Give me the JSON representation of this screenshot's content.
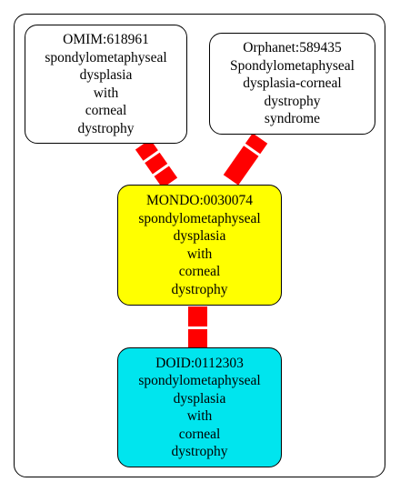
{
  "nodes": {
    "omim": {
      "lines": [
        "OMIM:618961",
        "spondylometaphyseal",
        "dysplasia",
        "with",
        "corneal",
        "dystrophy"
      ],
      "fill": "#ffffff"
    },
    "orphanet": {
      "lines": [
        "Orphanet:589435",
        "Spondylometaphyseal",
        "dysplasia-corneal",
        "dystrophy",
        "syndrome"
      ],
      "fill": "#ffffff"
    },
    "mondo": {
      "lines": [
        "MONDO:0030074",
        "spondylometaphyseal",
        "dysplasia",
        "with",
        "corneal",
        "dystrophy"
      ],
      "fill": "#ffff00"
    },
    "doid": {
      "lines": [
        "DOID:0112303",
        "spondylometaphyseal",
        "dysplasia",
        "with",
        "corneal",
        "dystrophy"
      ],
      "fill": "#00e5ee"
    }
  },
  "edges": [
    {
      "from": "omim",
      "to": "mondo",
      "color": "#ff0000"
    },
    {
      "from": "orphanet",
      "to": "mondo",
      "color": "#ff0000"
    },
    {
      "from": "mondo",
      "to": "doid",
      "color": "#ff0000"
    }
  ]
}
